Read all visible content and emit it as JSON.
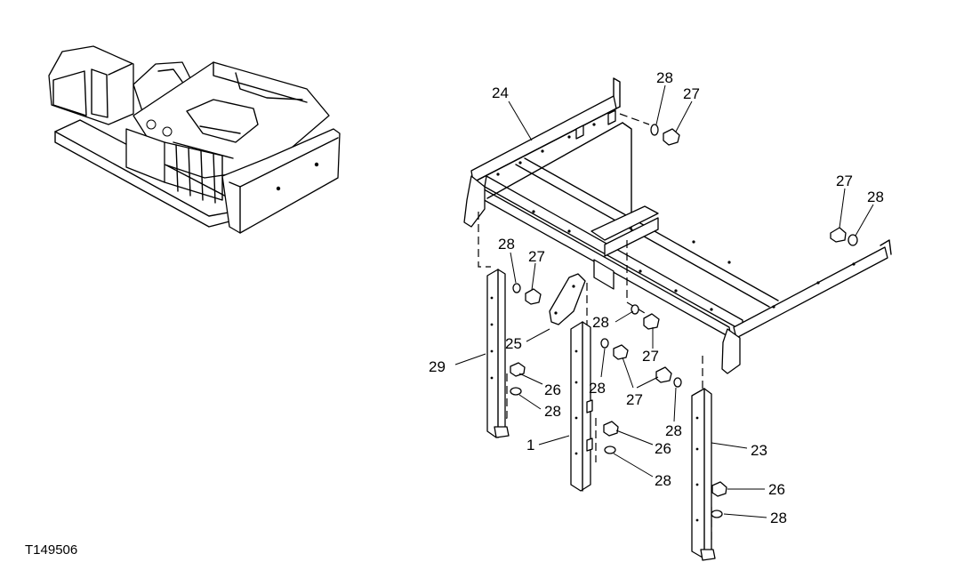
{
  "figure_id": "T149506",
  "callouts": [
    {
      "id": "c24a",
      "text": "24"
    },
    {
      "id": "c28a",
      "text": "28"
    },
    {
      "id": "c27a",
      "text": "27"
    },
    {
      "id": "c27b",
      "text": "27"
    },
    {
      "id": "c28b",
      "text": "28"
    },
    {
      "id": "c28c",
      "text": "28"
    },
    {
      "id": "c27c",
      "text": "27"
    },
    {
      "id": "c28d",
      "text": "28"
    },
    {
      "id": "c27d",
      "text": "27"
    },
    {
      "id": "c25",
      "text": "25"
    },
    {
      "id": "c29",
      "text": "29"
    },
    {
      "id": "c28e",
      "text": "28"
    },
    {
      "id": "c26a",
      "text": "26"
    },
    {
      "id": "c28f",
      "text": "28"
    },
    {
      "id": "c27e",
      "text": "27"
    },
    {
      "id": "c28g",
      "text": "28"
    },
    {
      "id": "c1",
      "text": "1"
    },
    {
      "id": "c26b",
      "text": "26"
    },
    {
      "id": "c28h",
      "text": "28"
    },
    {
      "id": "c23",
      "text": "23"
    },
    {
      "id": "c26c",
      "text": "26"
    },
    {
      "id": "c28i",
      "text": "28"
    }
  ]
}
